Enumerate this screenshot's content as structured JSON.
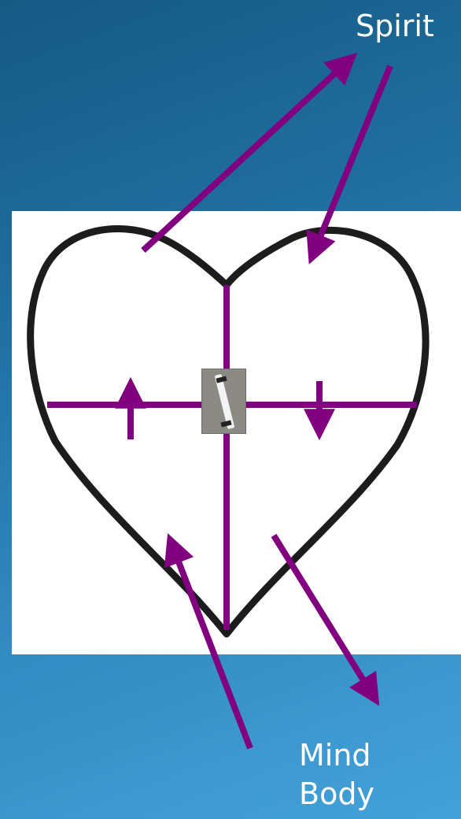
{
  "labels": {
    "top_right": "Spirit",
    "bottom_line1": "Mind",
    "bottom_line2": "Body"
  },
  "colors": {
    "arrow": "#800080",
    "heart_outline": "#1a1a1a",
    "background_top": "#165a84",
    "background_bottom": "#44a2d8",
    "panel": "#ffffff"
  }
}
